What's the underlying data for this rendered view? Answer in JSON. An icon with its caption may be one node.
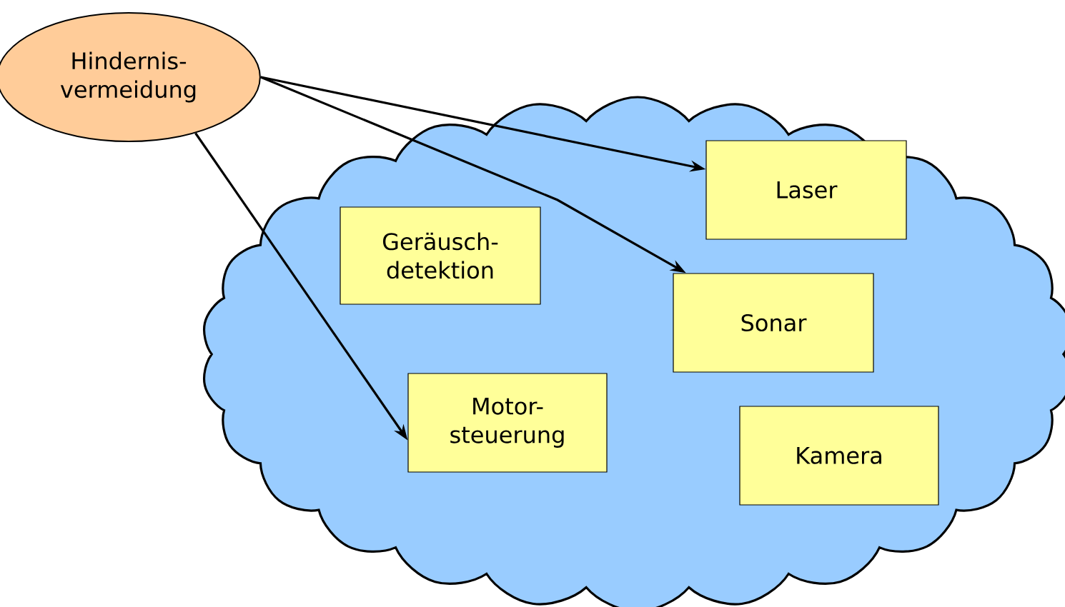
{
  "diagram": {
    "nodes": [
      {
        "text": [
          "Hindernis- vermeidung"
        ]
      },
      {
        "text": [],
        "shape": "cloud"
      },
      {
        "text": [
          "Laser"
        ],
        "in": 1
      },
      {
        "text": [
          "Geräusch- detektion"
        ],
        "in": 1
      },
      {
        "text": [
          "Sonar"
        ],
        "in": 1
      },
      {
        "text": [
          "Motor- steuerung"
        ],
        "in": 1
      },
      {
        "text": [
          "Kamera"
        ],
        "in": 1
      }
    ],
    "edges": [
      {
        "from": 0,
        "to": 2,
        "arrow": "to"
      },
      {
        "from": 0,
        "to": 4,
        "arrow": "to"
      },
      {
        "from": 0,
        "to": 5,
        "arrow": "to"
      }
    ]
  }
}
